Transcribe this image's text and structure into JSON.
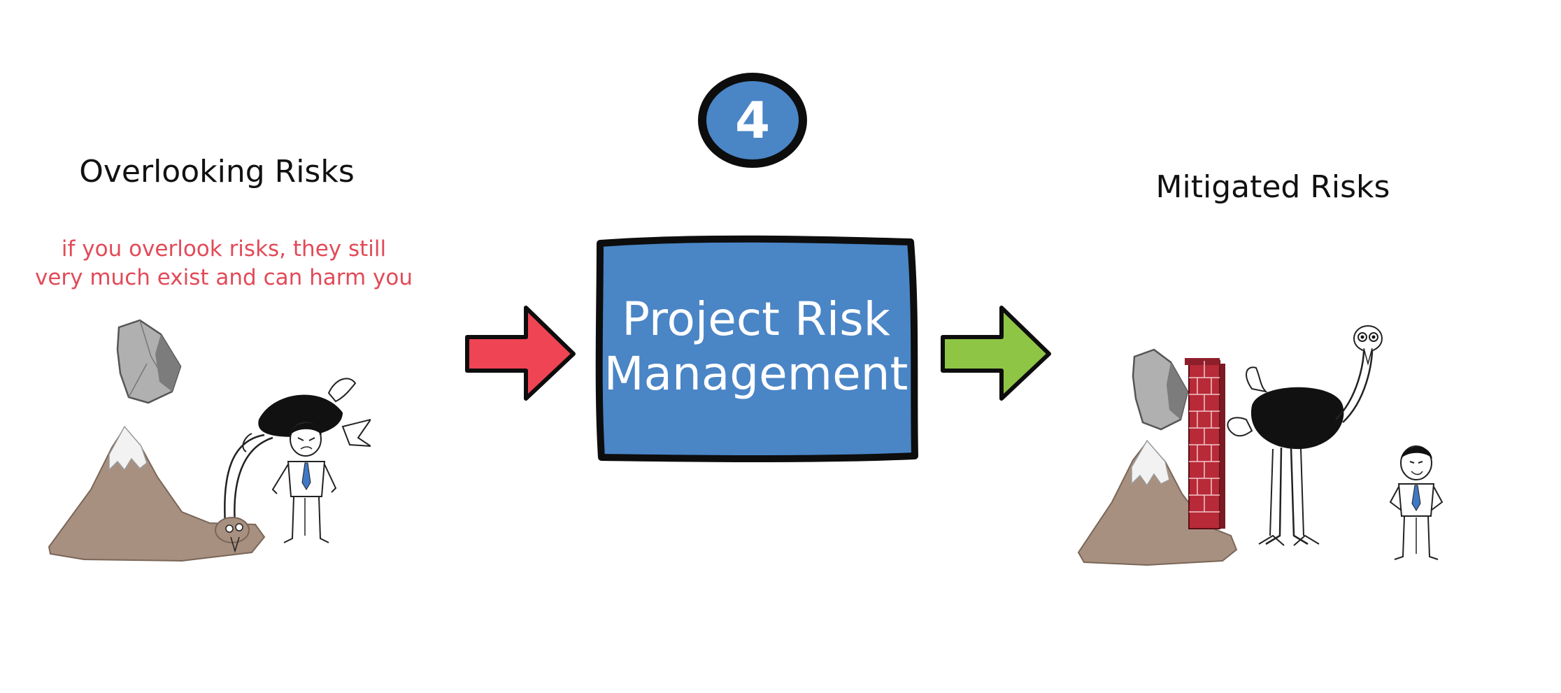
{
  "left": {
    "title": "Overlooking Risks",
    "warning_lines": [
      "if you overlook risks, they still",
      "very much exist and can harm you"
    ]
  },
  "center": {
    "step": "4",
    "label_lines": [
      "Project Risk",
      "Management"
    ]
  },
  "right": {
    "title": "Mitigated Risks"
  },
  "colors": {
    "badge_blue": "#4a85c6",
    "box_blue": "#4a85c6",
    "outline": "#0d0d0d",
    "arrow_in_red": "#ef4454",
    "arrow_out_green": "#8ec545",
    "warning_text": "#e24a58",
    "mountain_brown": "#a89080",
    "snow_white": "#f0f0f0",
    "boulder_gray": "#a9a9a9",
    "wall_red": "#b82a38",
    "tie_blue": "#3f78c4"
  },
  "icons": {
    "step_badge": "oval-badge-icon",
    "arrow_in": "arrow-right-icon",
    "arrow_out": "arrow-right-icon",
    "left_scene": "ostrich-head-in-sand-illustration",
    "right_scene": "brick-wall-protected-illustration"
  }
}
